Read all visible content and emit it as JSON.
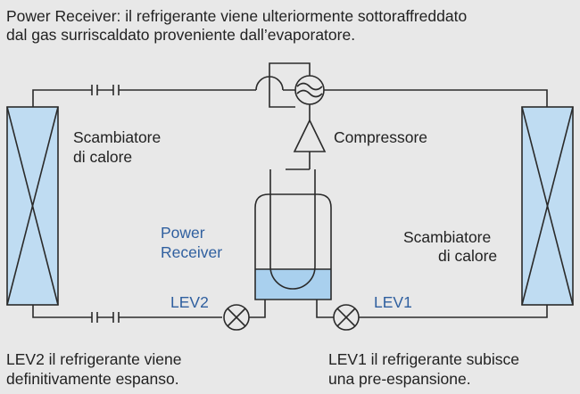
{
  "header": {
    "line1": "Power Receiver: il refrigerante viene ulteriormente sottoraffreddato",
    "line2": "dal gas surriscaldato proveniente dall’evaporatore."
  },
  "left_exchanger": {
    "line1": "Scambiatore",
    "line2": "di calore"
  },
  "right_exchanger": {
    "line1": "Scambiatore",
    "line2": "di calore"
  },
  "compressor": {
    "label": "Compressore"
  },
  "power_receiver": {
    "line1": "Power",
    "line2": "Receiver"
  },
  "lev2": {
    "label": "LEV2",
    "note_line1": "LEV2 il refrigerante viene",
    "note_line2": "definitivamente espanso."
  },
  "lev1": {
    "label": "LEV1",
    "note_line1": "LEV1 il refrigerante subisce",
    "note_line2": "una pre-espansione."
  },
  "colors": {
    "background": "#e8e8e8",
    "line": "#2a2a2a",
    "exchanger_fill": "#bfdcf2",
    "liquid_fill": "#a9d0ee",
    "label_blue": "#2f5f9f"
  }
}
